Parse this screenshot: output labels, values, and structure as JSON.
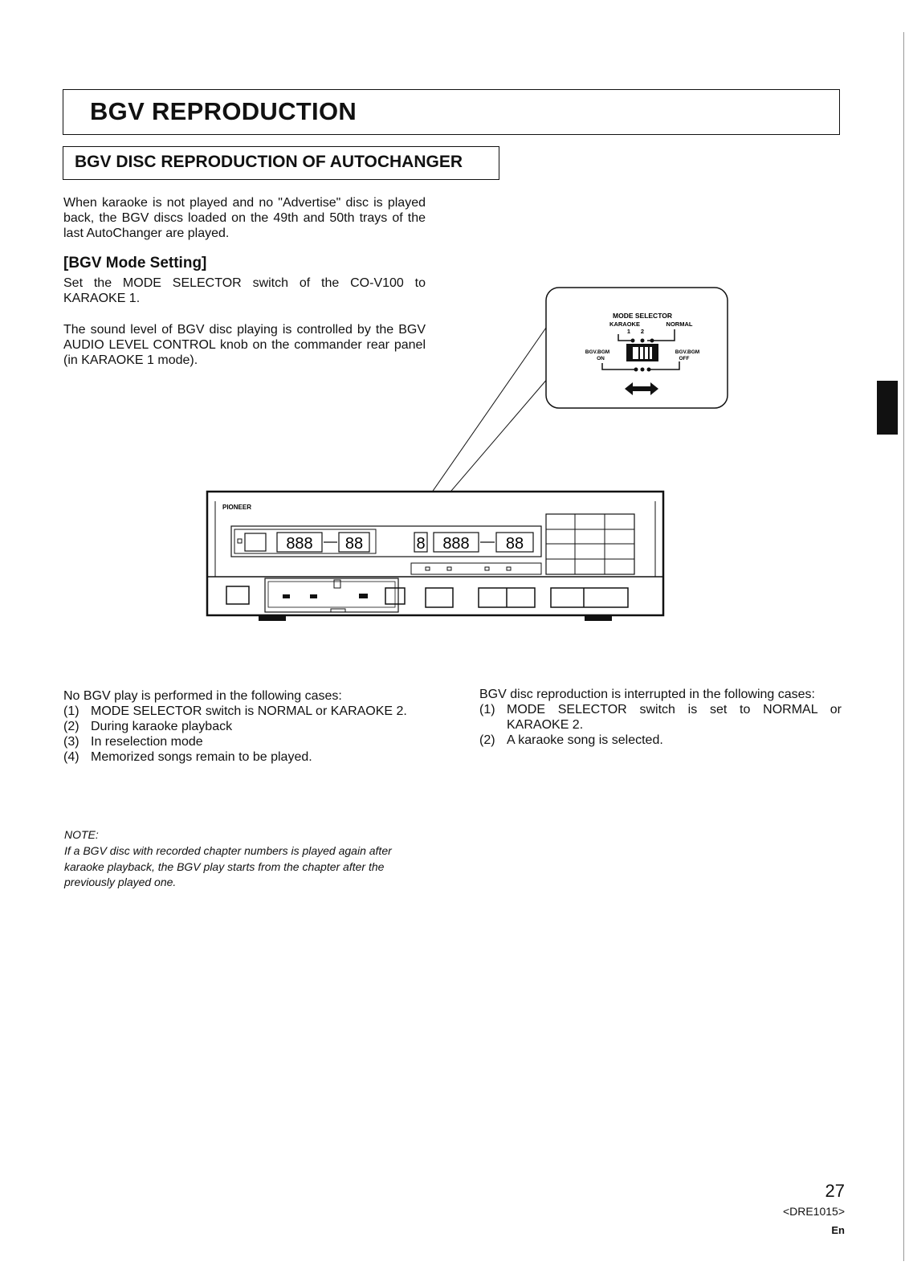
{
  "title": "BGV REPRODUCTION",
  "section_title": "BGV DISC REPRODUCTION OF AUTOCHANGER",
  "intro": "When karaoke is not played and no \"Advertise\" disc is played back, the BGV discs loaded on the 49th and 50th trays of the last AutoChanger are played.",
  "mode_setting": {
    "heading": "[BGV Mode Setting]",
    "instruction": "Set the MODE SELECTOR switch of the CO-V100 to KARAOKE 1.",
    "sound_level": "The sound level of BGV disc playing is controlled by the BGV AUDIO LEVEL CONTROL knob on the commander rear panel (in KARAOKE 1 mode)."
  },
  "figure": {
    "selector_label": "MODE SELECTOR",
    "karaoke_label": "KARAOKE",
    "normal_label": "NORMAL",
    "pos_1": "1",
    "pos_2": "2",
    "bgv_on_label": "BGV.BGM",
    "on_label": "ON",
    "bgv_off_label": "BGV.BGM",
    "off_label": "OFF",
    "brand": "PIONEER",
    "display_left": "888",
    "display_left_small": "88",
    "display_right_digit": "8",
    "display_right": "888",
    "display_right_small": "88"
  },
  "no_play": {
    "head": "No BGV play is performed in the following cases:",
    "items": [
      {
        "num": "(1)",
        "text": "MODE SELECTOR switch is NORMAL or KARAOKE 2."
      },
      {
        "num": "(2)",
        "text": "During karaoke playback"
      },
      {
        "num": "(3)",
        "text": "In reselection mode"
      },
      {
        "num": "(4)",
        "text": "Memorized songs remain to be played."
      }
    ]
  },
  "interrupt": {
    "head": "BGV disc reproduction is interrupted in the following cases:",
    "items": [
      {
        "num": "(1)",
        "text": "MODE SELECTOR switch is set to NORMAL or KARAOKE 2."
      },
      {
        "num": "(2)",
        "text": "A karaoke song is selected."
      }
    ]
  },
  "note": {
    "title": "NOTE:",
    "body": "If a BGV disc with recorded chapter numbers is played again after karaoke playback, the BGV play starts from the chapter after the previously played one."
  },
  "footer": {
    "page": "27",
    "code": "<DRE1015>",
    "lang": "En"
  }
}
